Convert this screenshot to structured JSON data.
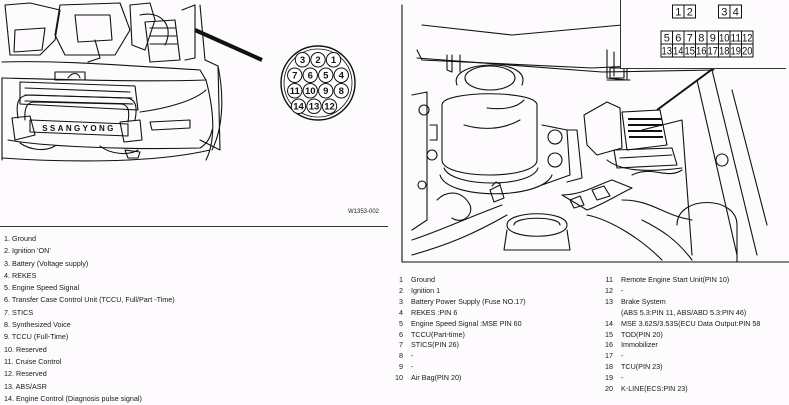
{
  "left_figure": {
    "figure_code": "W1353-002",
    "bumper_text": "SSANGYONG",
    "connector_pins_layout": [
      [
        "3",
        "2",
        "1"
      ],
      [
        "7",
        "6",
        "5",
        "4"
      ],
      [
        "11",
        "10",
        "9",
        "8"
      ],
      [
        "14",
        "13",
        "12"
      ]
    ],
    "pin_list": [
      {
        "num": "1.",
        "label": "Ground"
      },
      {
        "num": "2.",
        "label": "Ignition 'ON'"
      },
      {
        "num": "3.",
        "label": "Battery (Voltage supply)"
      },
      {
        "num": "4.",
        "label": "REKES"
      },
      {
        "num": "5.",
        "label": "Engine Speed Signal"
      },
      {
        "num": "6.",
        "label": "Transfer Case Control Unit (TCCU, Full/Part -Time)"
      },
      {
        "num": "7.",
        "label": "STICS"
      },
      {
        "num": "8.",
        "label": "Synthesized Voice"
      },
      {
        "num": "9.",
        "label": "TCCU (Full-Time)"
      },
      {
        "num": "10.",
        "label": "Reserved"
      },
      {
        "num": "11.",
        "label": "Cruise Control"
      },
      {
        "num": "12.",
        "label": "Reserved"
      },
      {
        "num": "13.",
        "label": "ABS/ASR"
      },
      {
        "num": "14.",
        "label": "Engine Control (Diagnosis pulse signal)"
      }
    ]
  },
  "right_figure": {
    "connector_pins_top": [
      "1",
      "2",
      "3",
      "4"
    ],
    "connector_pins_row1": [
      "5",
      "6",
      "7",
      "8",
      "9",
      "10",
      "11",
      "12"
    ],
    "connector_pins_row2": [
      "13",
      "14",
      "15",
      "16",
      "17",
      "18",
      "19",
      "20"
    ],
    "pin_list_col1": [
      {
        "num": "1",
        "label": "Ground"
      },
      {
        "num": "2",
        "label": "Ignition 1"
      },
      {
        "num": "3",
        "label": "Battery Power Supply (Fuse NO.17)"
      },
      {
        "num": "4",
        "label": "REKES :PIN 6"
      },
      {
        "num": "5",
        "label": "Engine Speed Signal :MSE PIN 60"
      },
      {
        "num": "6",
        "label": "TCCU(Part-time)"
      },
      {
        "num": "7",
        "label": "STICS(PIN 26)"
      },
      {
        "num": "8",
        "label": "-"
      },
      {
        "num": "9",
        "label": "-"
      },
      {
        "num": "10",
        "label": "Air Bag(PIN 20)"
      }
    ],
    "pin_list_col2": [
      {
        "num": "11",
        "label": "Remote Engine Start Unit(PIN 10)"
      },
      {
        "num": "12",
        "label": "-"
      },
      {
        "num": "13",
        "label": "Brake System",
        "cont": "(ABS 5.3:PIN 11, ABS/ABD 5.3:PIN 46)"
      },
      {
        "num": "14",
        "label": "MSE 3.62S/3.53S(ECU Data Output:PIN 58"
      },
      {
        "num": "15",
        "label": "TOD(PIN 20)"
      },
      {
        "num": "16",
        "label": "Immobilizer"
      },
      {
        "num": "17",
        "label": "-"
      },
      {
        "num": "18",
        "label": "TCU(PIN 23)"
      },
      {
        "num": "19",
        "label": "-"
      },
      {
        "num": "20",
        "label": "K-LINE(ECS:PIN 23)"
      }
    ]
  }
}
